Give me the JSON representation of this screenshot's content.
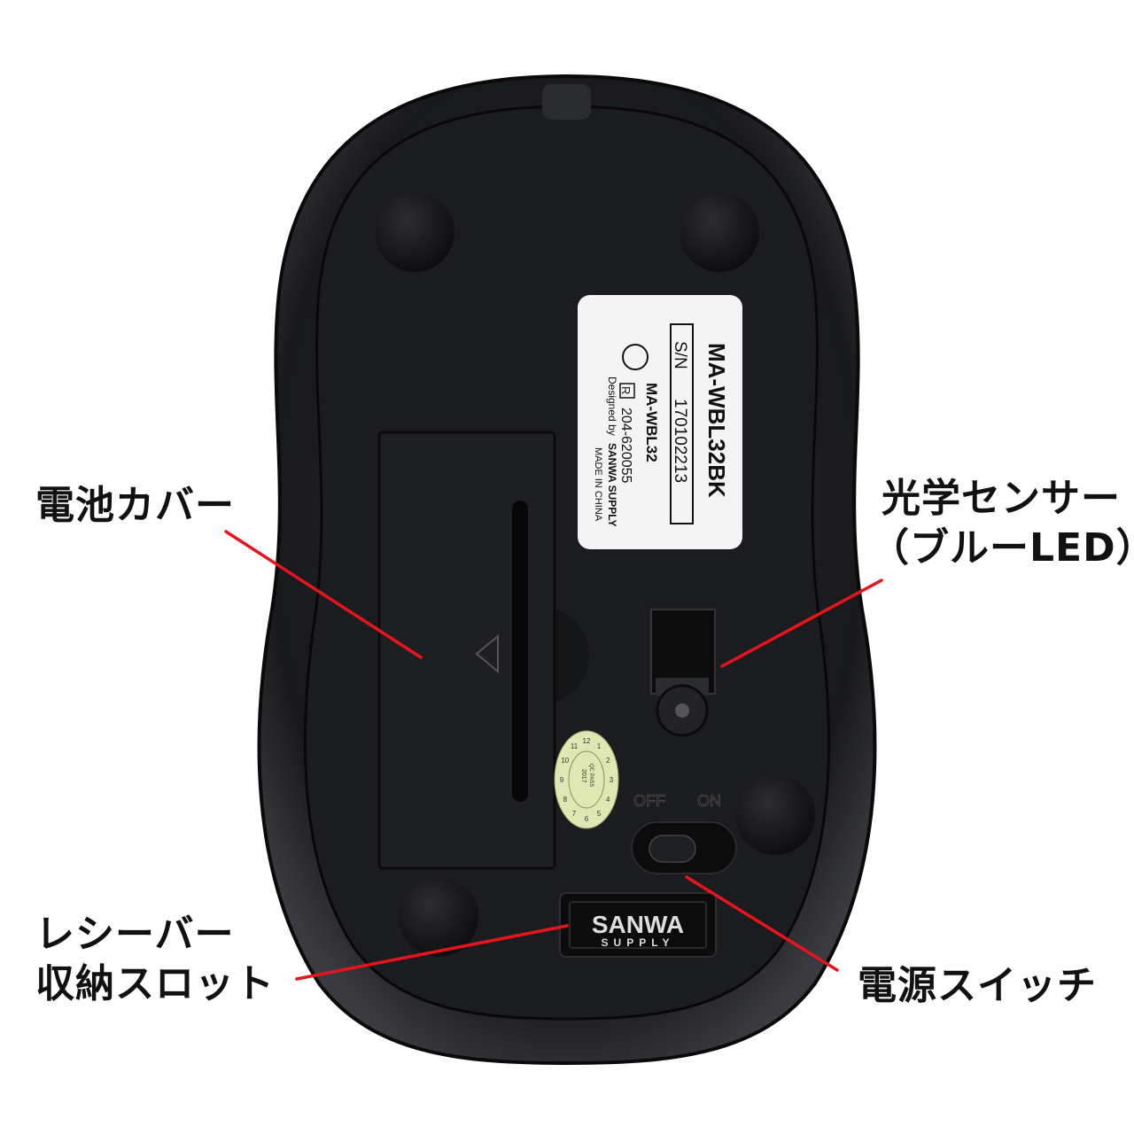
{
  "callouts": {
    "battery_cover": "電池カバー",
    "optical_sensor_line1": "光学センサー",
    "optical_sensor_line2": "（ブルーLED）",
    "receiver_slot_line1": "レシーバー",
    "receiver_slot_line2": "収納スロット",
    "power_switch": "電源スイッチ"
  },
  "label": {
    "model": "MA-WBL32BK",
    "sn_prefix": "S/N",
    "serial": "170102213",
    "sub_model": "MA-WBL32",
    "r_mark": "R",
    "cert_number": "204-620055",
    "designed_by": "Designed by",
    "brand": "SANWA SUPPLY",
    "origin": "MADE IN CHINA"
  },
  "qc_sticker": {
    "text": "QC PASS",
    "year": "2017",
    "months": [
      "12",
      "1",
      "2",
      "3",
      "4",
      "5",
      "6",
      "7",
      "8",
      "9",
      "10",
      "11"
    ]
  },
  "switch": {
    "off": "OFF",
    "on": "ON"
  },
  "logo": {
    "line1": "SANWA",
    "line2": "SUPPLY"
  },
  "colors": {
    "callout_line": "#e8141c",
    "mouse_body": "#1c1d20",
    "label_bg": "#f4f4f4"
  }
}
